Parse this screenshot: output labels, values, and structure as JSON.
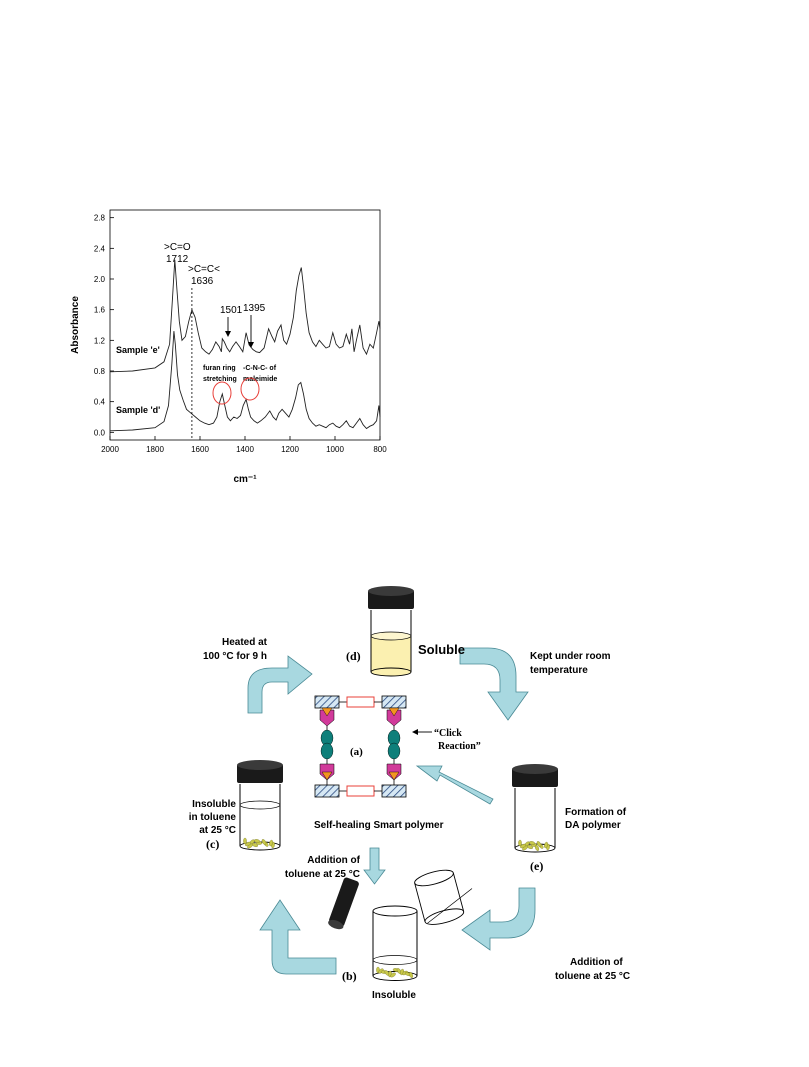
{
  "chart_data": {
    "type": "line",
    "ylabel": "Absorbance",
    "xlabel": "cm⁻¹",
    "xlim": [
      2000,
      800
    ],
    "ylim": [
      -0.1,
      2.9
    ],
    "x_ticks": [
      "2000",
      "1800",
      "1600",
      "1400",
      "1200",
      "1000",
      "800"
    ],
    "y_ticks": [
      "0.0",
      "0.4",
      "0.8",
      "1.2",
      "1.6",
      "2.0",
      "2.4",
      "2.8"
    ],
    "series": [
      {
        "name": "Sample 'e'",
        "x": [
          2000,
          1900,
          1800,
          1760,
          1735,
          1722,
          1712,
          1702,
          1692,
          1680,
          1665,
          1650,
          1636,
          1622,
          1608,
          1592,
          1575,
          1560,
          1545,
          1530,
          1515,
          1505,
          1501,
          1492,
          1480,
          1468,
          1455,
          1440,
          1425,
          1410,
          1395,
          1382,
          1365,
          1350,
          1335,
          1315,
          1295,
          1280,
          1268,
          1255,
          1240,
          1228,
          1215,
          1200,
          1185,
          1172,
          1160,
          1150,
          1140,
          1128,
          1115,
          1100,
          1085,
          1070,
          1055,
          1040,
          1025,
          1010,
          995,
          980,
          965,
          950,
          935,
          925,
          915,
          905,
          890,
          875,
          860,
          845,
          830,
          815,
          805,
          800
        ],
        "y": [
          0.79,
          0.8,
          0.84,
          0.92,
          1.15,
          1.75,
          2.25,
          1.85,
          1.45,
          1.2,
          1.25,
          1.45,
          1.6,
          1.5,
          1.3,
          1.1,
          1.05,
          1.02,
          1.08,
          1.18,
          1.12,
          1.05,
          1.22,
          1.18,
          1.1,
          1.05,
          1.12,
          1.18,
          1.12,
          1.05,
          1.3,
          1.14,
          1.08,
          1.05,
          1.04,
          1.1,
          1.35,
          1.25,
          1.18,
          1.32,
          1.4,
          1.2,
          1.15,
          1.28,
          1.5,
          1.85,
          2.05,
          2.15,
          1.9,
          1.55,
          1.3,
          1.18,
          1.12,
          1.2,
          1.15,
          1.1,
          1.12,
          1.3,
          1.15,
          1.1,
          1.12,
          1.28,
          1.15,
          1.35,
          1.05,
          1.2,
          1.4,
          1.1,
          1.02,
          1.15,
          1.1,
          1.3,
          1.45,
          1.35
        ]
      },
      {
        "name": "Sample 'd'",
        "x": [
          2000,
          1900,
          1800,
          1760,
          1740,
          1725,
          1716,
          1710,
          1700,
          1690,
          1675,
          1660,
          1640,
          1620,
          1600,
          1580,
          1560,
          1540,
          1525,
          1512,
          1501,
          1490,
          1478,
          1465,
          1450,
          1435,
          1420,
          1408,
          1395,
          1385,
          1375,
          1360,
          1345,
          1330,
          1310,
          1290,
          1275,
          1262,
          1250,
          1235,
          1220,
          1205,
          1190,
          1175,
          1163,
          1152,
          1140,
          1128,
          1115,
          1100,
          1085,
          1070,
          1055,
          1040,
          1025,
          1010,
          995,
          980,
          965,
          950,
          935,
          920,
          905,
          890,
          875,
          860,
          845,
          830,
          815,
          805,
          800
        ],
        "y": [
          0.02,
          0.03,
          0.06,
          0.14,
          0.35,
          0.9,
          1.32,
          1.15,
          0.75,
          0.55,
          0.42,
          0.3,
          0.25,
          0.2,
          0.15,
          0.12,
          0.1,
          0.12,
          0.2,
          0.4,
          0.5,
          0.35,
          0.2,
          0.15,
          0.2,
          0.18,
          0.22,
          0.35,
          0.43,
          0.3,
          0.2,
          0.15,
          0.12,
          0.15,
          0.2,
          0.28,
          0.2,
          0.16,
          0.25,
          0.3,
          0.25,
          0.2,
          0.3,
          0.45,
          0.62,
          0.65,
          0.5,
          0.3,
          0.18,
          0.12,
          0.08,
          0.1,
          0.08,
          0.06,
          0.1,
          0.12,
          0.08,
          0.06,
          0.1,
          0.15,
          0.08,
          0.06,
          0.12,
          0.18,
          0.1,
          0.05,
          0.08,
          0.1,
          0.15,
          0.35,
          0.2
        ]
      }
    ],
    "annotations": {
      "co_label": ">C=O",
      "co_value": "1712",
      "cc_label": ">C=C<",
      "cc_value": "1636",
      "peak_1501": "1501",
      "peak_1395": "1395",
      "furan_line1": "furan ring",
      "furan_line2": "stretching",
      "cnc_line1": "-C-N-C- of",
      "cnc_line2": "maleimide",
      "sample_e": "Sample 'e'",
      "sample_d": "Sample 'd'"
    }
  },
  "scheme": {
    "label_d": "(d)",
    "soluble": "Soluble",
    "heated_line1": "Heated at",
    "heated_line2": "100 °C for 9 h",
    "kept_line1": "Kept under room",
    "kept_line2": "temperature",
    "label_a": "(a)",
    "click_line1": "“Click",
    "click_line2": "Reaction”",
    "insoluble_c_line1": "Insoluble",
    "insoluble_c_line2": "in toluene",
    "insoluble_c_line3": "at 25 °C",
    "label_c": "(c)",
    "smart_polymer": "Self-healing Smart polymer",
    "formation_line1": "Formation of",
    "formation_line2": "DA polymer",
    "label_e": "(e)",
    "addition_top_line1": "Addition of",
    "addition_top_line2": "toluene at 25 °C",
    "addition_right_line1": "Addition of",
    "addition_right_line2": "toluene at 25 °C",
    "label_b": "(b)",
    "insoluble_b": "Insoluble",
    "colors": {
      "arrow_fill": "#a8d8e0",
      "arrow_stroke": "#4a8a95",
      "smart_polymer_text": "#e8403a",
      "solution": "#fbf0b0",
      "cap": "#1a1a1a",
      "pink": "#d13a9a",
      "teal": "#0e7f7a",
      "orange": "#f29520"
    }
  }
}
